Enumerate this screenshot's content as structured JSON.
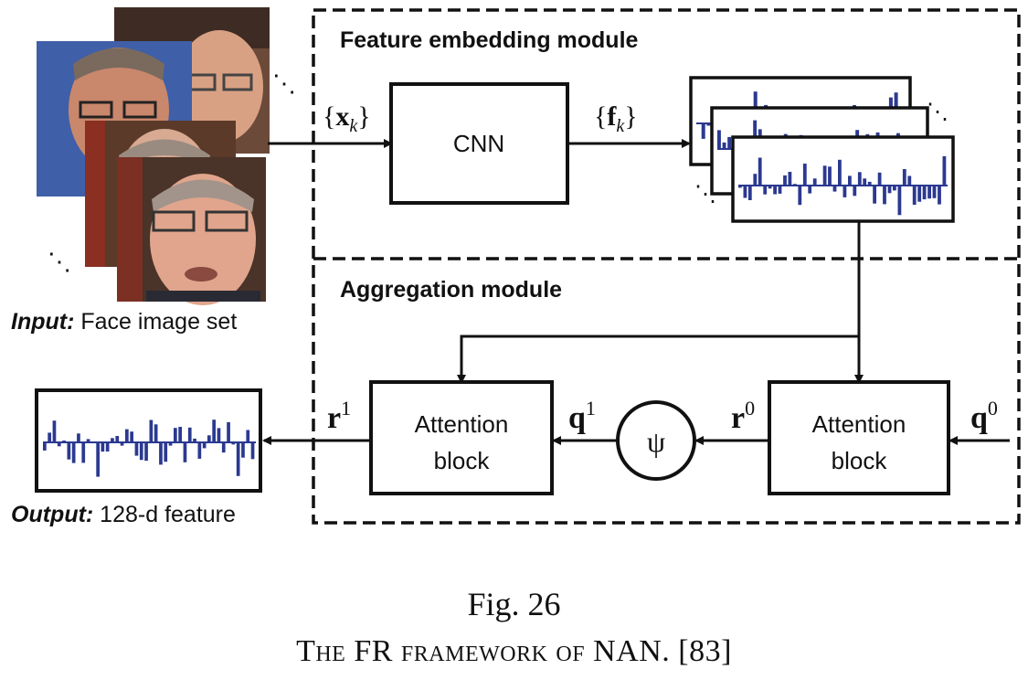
{
  "figure": {
    "number": "Fig. 26",
    "title": "The FR framework of NAN. [83]"
  },
  "input": {
    "label_bold": "Input:",
    "label_rest": " Face image set"
  },
  "output": {
    "label_bold": "Output:",
    "label_rest": " 128-d feature"
  },
  "modules": {
    "feature_embedding": "Feature embedding module",
    "aggregation": "Aggregation module"
  },
  "blocks": {
    "cnn": "CNN",
    "attention_line1": "Attention",
    "attention_line2": "block",
    "psi": "ψ"
  },
  "symbols": {
    "x_open": "{",
    "x_var": "x",
    "x_sub": "k",
    "x_close": "}",
    "f_open": "{",
    "f_var": "f",
    "f_sub": "k",
    "f_close": "}",
    "r1_base": "r",
    "r1_sup": "1",
    "q1_base": "q",
    "q1_sup": "1",
    "r0_base": "r",
    "r0_sup": "0",
    "q0_base": "q",
    "q0_sup": "0"
  },
  "colors": {
    "bar": "#2b3990",
    "line": "#111111"
  }
}
